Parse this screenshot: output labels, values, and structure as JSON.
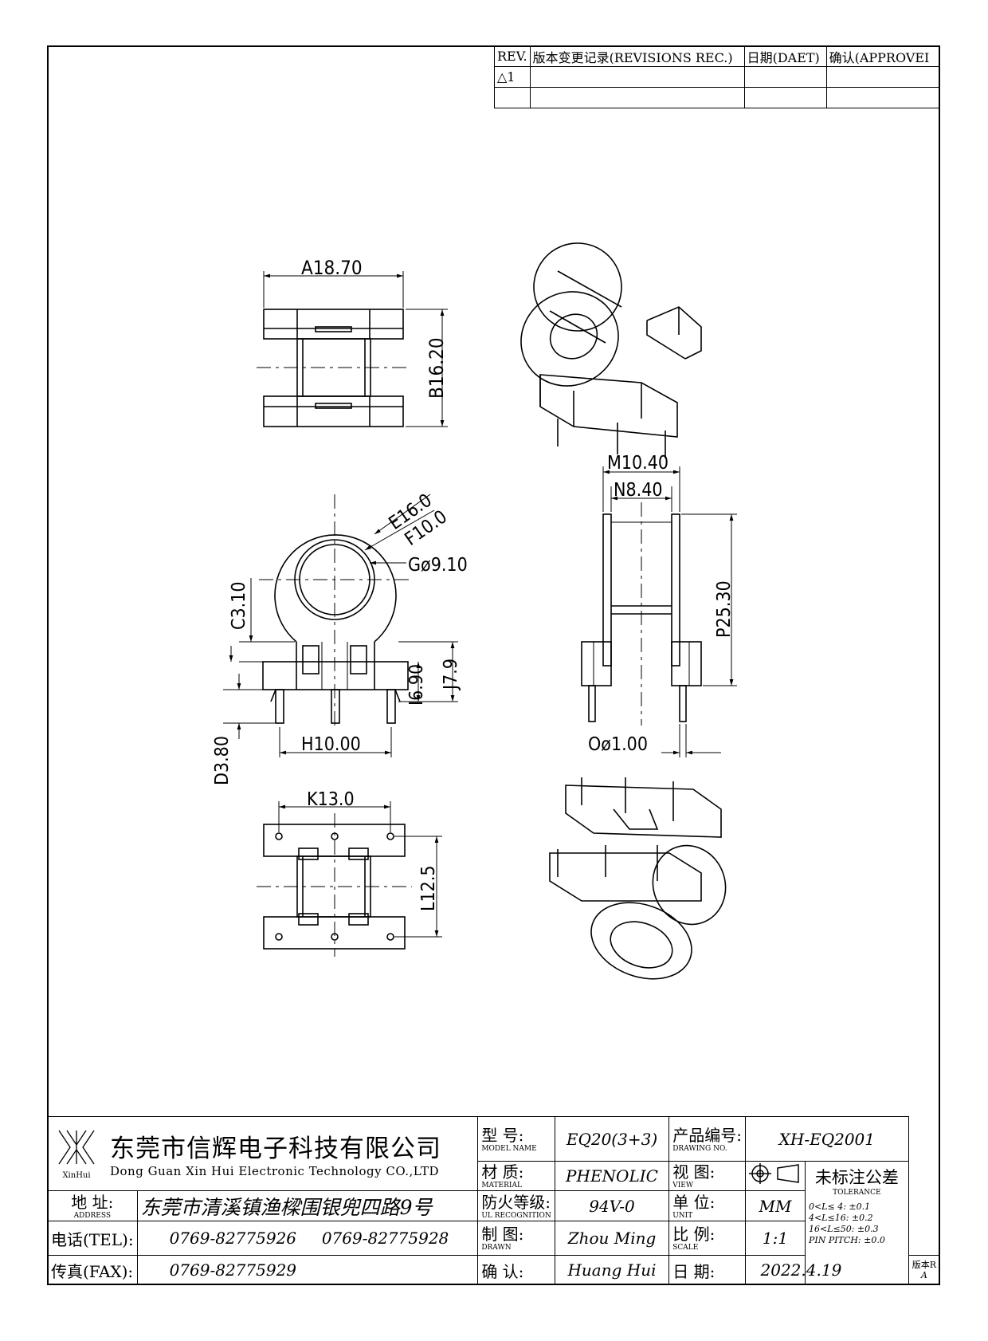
{
  "revisions": {
    "headers": [
      "REV.",
      "版本变更记录(REVISIONS REC.)",
      "日期(DAET)",
      "确认(APPROVEI"
    ],
    "rows": [
      [
        "△1",
        "",
        "",
        ""
      ],
      [
        "",
        "",
        "",
        ""
      ]
    ]
  },
  "dimensions": {
    "a": "A18.70",
    "b": "B16.20",
    "c": "C3.10",
    "d": "D3.80",
    "e": "E16.0",
    "f": "F10.0",
    "g": "Gø9.10",
    "h": "H10.00",
    "i": "I6.90",
    "j": "J7.9",
    "k": "K13.0",
    "l": "L12.5",
    "m": "M10.40",
    "n": "N8.40",
    "o": "Oø1.00",
    "p": "P25.30"
  },
  "title_block": {
    "company_cn": "东莞市信辉电子科技有限公司",
    "company_en": "Dong Guan Xin Hui Electronic Technology CO.,LTD",
    "logo_text": "XinHui",
    "address_label": "地  址:",
    "address_label_en": "ADDRESS",
    "address": "东莞市清溪镇渔樑围银兜四路9号",
    "tel_label": "电话(TEL):",
    "tel": "0769-82775926     0769-82775928",
    "fax_label": "传真(FAX):",
    "fax": "0769-82775929",
    "model_label": "型  号:",
    "model_label_en": "MODEL NAME",
    "model": "EQ20(3+3)",
    "material_label": "材  质:",
    "material_label_en": "MATERIAL",
    "material": "PHENOLIC",
    "ul_label": "防火等级:",
    "ul_label_en": "UL RECOGNITION",
    "ul": "94V-0",
    "drawn_label": "制  图:",
    "drawn_label_en": "DRAWN",
    "drawn": "Zhou Ming",
    "confirm_label": "确  认:",
    "confirm": "Huang Hui",
    "drawing_no_label": "产品编号:",
    "drawing_no_label_en": "DRAWING NO.",
    "drawing_no": "XH-EQ2001",
    "view_label": "视  图:",
    "view_label_en": "VIEW",
    "unit_label": "单  位:",
    "unit_label_en": "UNIT",
    "unit": "MM",
    "scale_label": "比  例:",
    "scale_label_en": "SCALE",
    "scale": "1:1",
    "date_label": "日  期:",
    "date": "2022.4.19",
    "tolerance_title": "未标注公差",
    "tolerance_en": "TOLERANCE",
    "tolerance_lines": [
      "0<L≤ 4:   ±0.1",
      "4<L≤16:   ±0.2",
      "16<L≤50:  ±0.3",
      "PIN PITCH:  ±0.0"
    ],
    "version_label": "版本R",
    "version": "A"
  }
}
